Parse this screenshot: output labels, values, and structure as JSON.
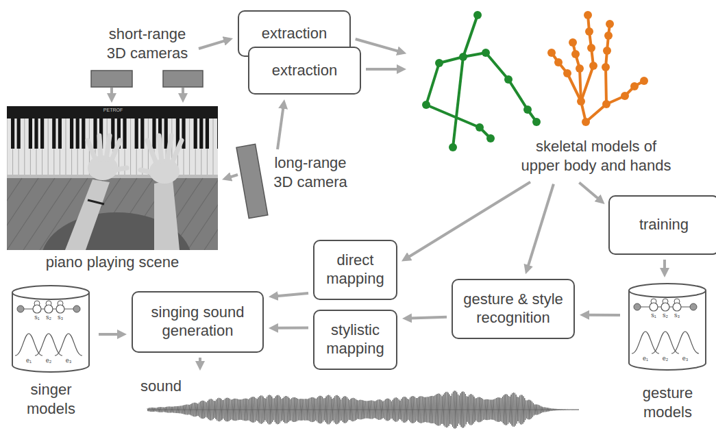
{
  "diagram": {
    "nodes": [
      {
        "text": [
          "extraction"
        ]
      },
      {
        "text": [
          "extraction"
        ]
      },
      {
        "text": [
          "skeletal models of upper body and hands"
        ]
      },
      {
        "text": [
          "piano playing scene"
        ]
      },
      {
        "text": [
          "training"
        ]
      },
      {
        "text": [
          "direct mapping"
        ]
      },
      {
        "text": [
          "gesture & style recognition"
        ]
      },
      {
        "text": [
          "singer models"
        ]
      },
      {
        "text": [
          "singing sound generation"
        ]
      },
      {
        "text": [
          "stylistic mapping"
        ]
      },
      {
        "text": [
          "gesture models"
        ]
      },
      {
        "text": [
          "sound"
        ]
      }
    ],
    "edges": [
      {
        "from": 0,
        "to": 2,
        "arrow": "to"
      },
      {
        "from": 1,
        "to": 2,
        "arrow": "to"
      },
      {
        "from": 2,
        "to": 5,
        "arrow": "to"
      },
      {
        "from": 2,
        "to": 6,
        "arrow": "to"
      },
      {
        "from": 2,
        "to": 4,
        "arrow": "to"
      },
      {
        "from": 4,
        "to": 10,
        "arrow": "to"
      },
      {
        "from": 10,
        "to": 6,
        "arrow": "to"
      },
      {
        "from": 6,
        "to": 9,
        "arrow": "to"
      },
      {
        "from": 5,
        "to": 8,
        "arrow": "to"
      },
      {
        "from": 9,
        "to": 8,
        "arrow": "to"
      },
      {
        "from": 7,
        "to": 8,
        "arrow": "to"
      },
      {
        "from": 8,
        "to": 11,
        "arrow": "to"
      }
    ],
    "labels": [
      "short-range 3D cameras",
      "PETROF",
      "long-range 3D camera",
      "s₁",
      "s₂",
      "s₃",
      "e₁",
      "e₂",
      "e₃",
      "s₁",
      "s₂",
      "s₃",
      "e₁",
      "e₂",
      "e₃"
    ]
  }
}
